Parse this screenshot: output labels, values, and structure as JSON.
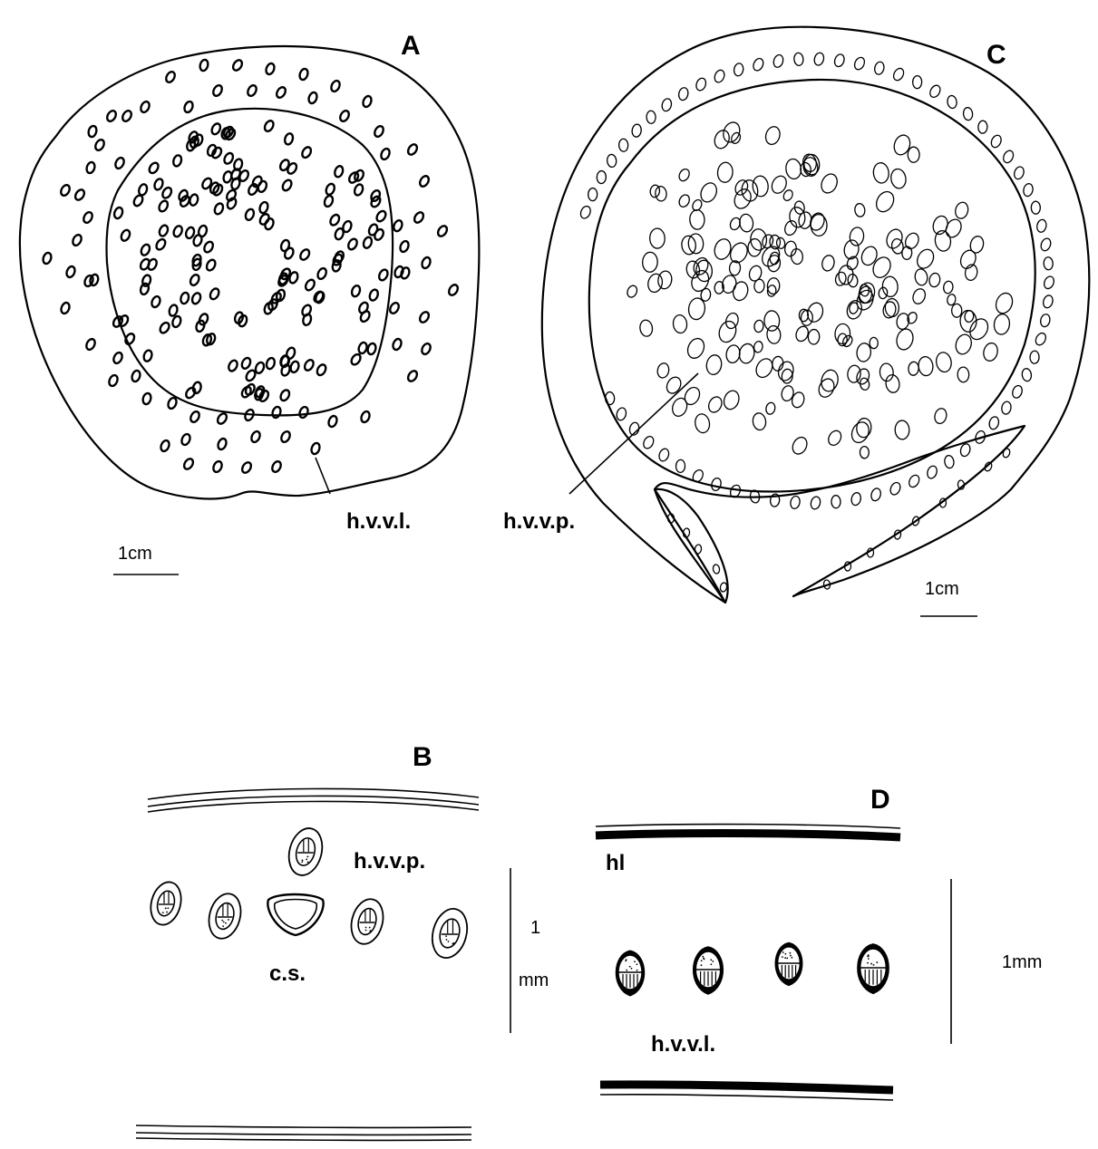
{
  "panels": {
    "A": {
      "letter": "A",
      "label": "h.v.v.l.",
      "scale_label": "1cm"
    },
    "B": {
      "letter": "B",
      "label_top": "h.v.v.p.",
      "label_center": "c.s.",
      "scale_number": "1",
      "scale_unit": "mm"
    },
    "C": {
      "letter": "C",
      "label": "h.v.v.p.",
      "scale_label": "1cm"
    },
    "D": {
      "letter": "D",
      "label_top": "hl",
      "label_bottom": "h.v.v.l.",
      "scale_label": "1mm"
    }
  },
  "colors": {
    "ink": "#000000",
    "paper": "#ffffff"
  }
}
